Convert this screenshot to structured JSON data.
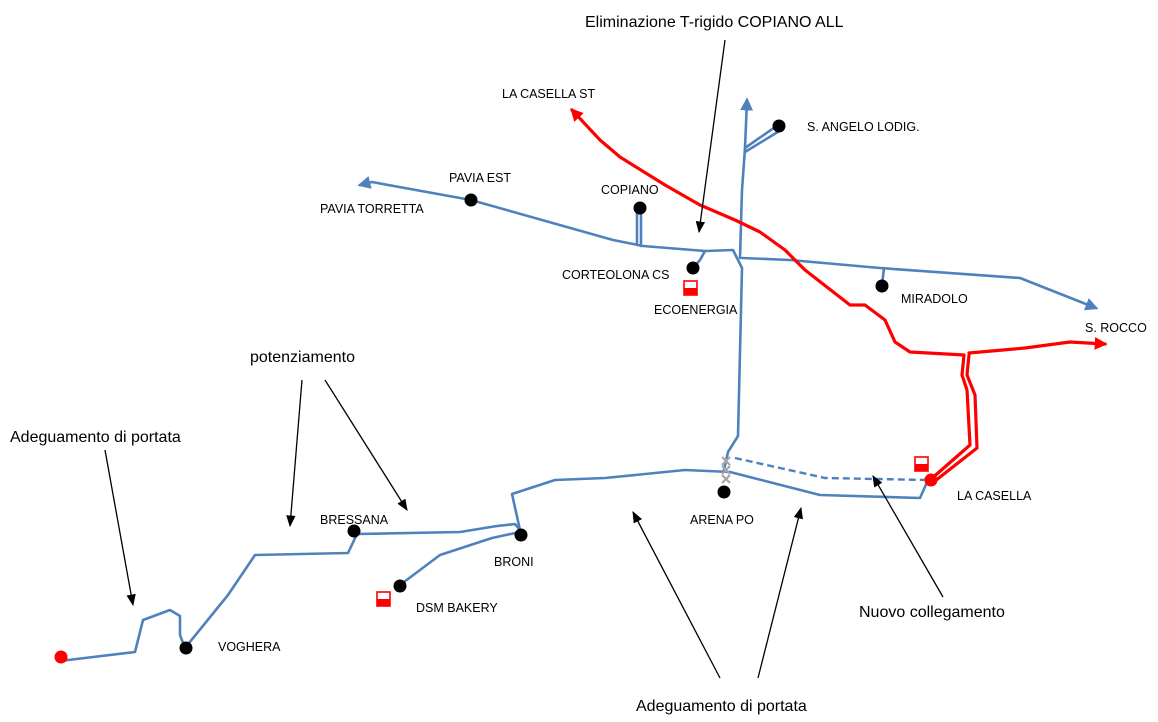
{
  "labels": {
    "title_elim": "Eliminazione T-rigido COPIANO ALL",
    "la_casella_st": "LA CASELLA ST",
    "s_angelo": "S. ANGELO LODIG.",
    "pavia_est": "PAVIA EST",
    "pavia_torretta": "PAVIA TORRETTA",
    "copiano": "COPIANO",
    "corteolona": "CORTEOLONA CS",
    "ecoenergia": "ECOENERGIA",
    "miradolo": "MIRADOLO",
    "s_rocco": "S. ROCCO",
    "potenziamento": "potenziamento",
    "adeguamento_left": "Adeguamento di portata",
    "bressana": "BRESSANA",
    "broni": "BRONI",
    "arena_po": "ARENA PO",
    "la_casella": "LA CASELLA",
    "dsm_bakery": "DSM BAKERY",
    "voghera": "VOGHERA",
    "nuovo": "Nuovo collegamento",
    "adeguamento_bottom": "Adeguamento di portata"
  },
  "colors": {
    "network": "#4f81bd",
    "highlight": "#ff0000",
    "node": "#000000",
    "removed": "#a6a6a6"
  }
}
